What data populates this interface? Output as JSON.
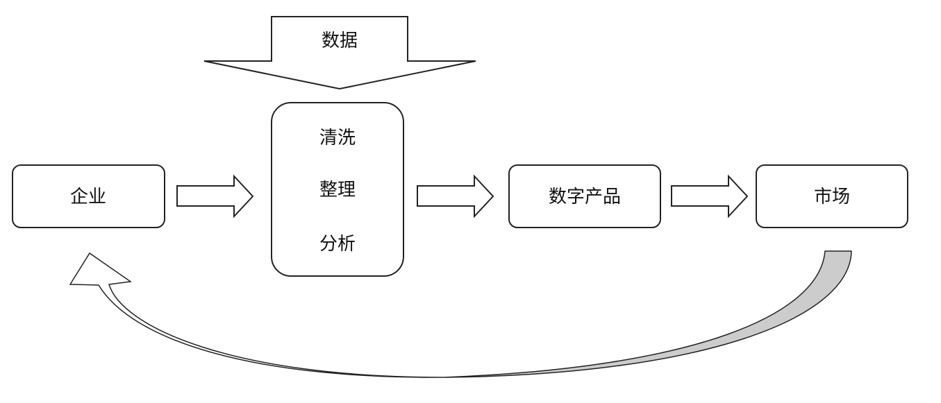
{
  "data_arrow_label": "数据",
  "nodes": {
    "enterprise": "企业",
    "process": {
      "step1": "清洗",
      "step2": "整理",
      "step3": "分析"
    },
    "digital_product": "数字产品",
    "market": "市场"
  },
  "colors": {
    "stroke": "#222222",
    "feedback_fill": "#cccccc"
  }
}
